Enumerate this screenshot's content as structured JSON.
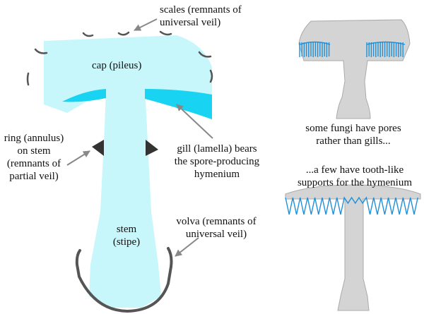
{
  "labels": {
    "scales": [
      "scales (remnants of",
      "universal veil)"
    ],
    "cap": [
      "cap (pileus)"
    ],
    "ring": [
      "ring (annulus)",
      "on stem",
      "(remnants of",
      "partial veil)"
    ],
    "gill": [
      "gill (lamella) bears",
      "the spore-producing",
      "hymenium"
    ],
    "stem": [
      "stem",
      "(stipe)"
    ],
    "volva": [
      "volva (remnants of",
      "universal veil)"
    ],
    "pores": [
      "some fungi have pores",
      "rather than gills..."
    ],
    "teeth": [
      "...a few have tooth-like",
      "supports for the hymenium"
    ]
  },
  "colors": {
    "cap_fill": "#c8f7fb",
    "gill_fill": "#18d4f2",
    "outline": "#555555",
    "ring_fill": "#333333",
    "grey_fill": "#d4d4d4",
    "grey_stroke": "#aaaaaa",
    "hymenium_blue": "#1e8fd8",
    "arrow": "#888888"
  }
}
